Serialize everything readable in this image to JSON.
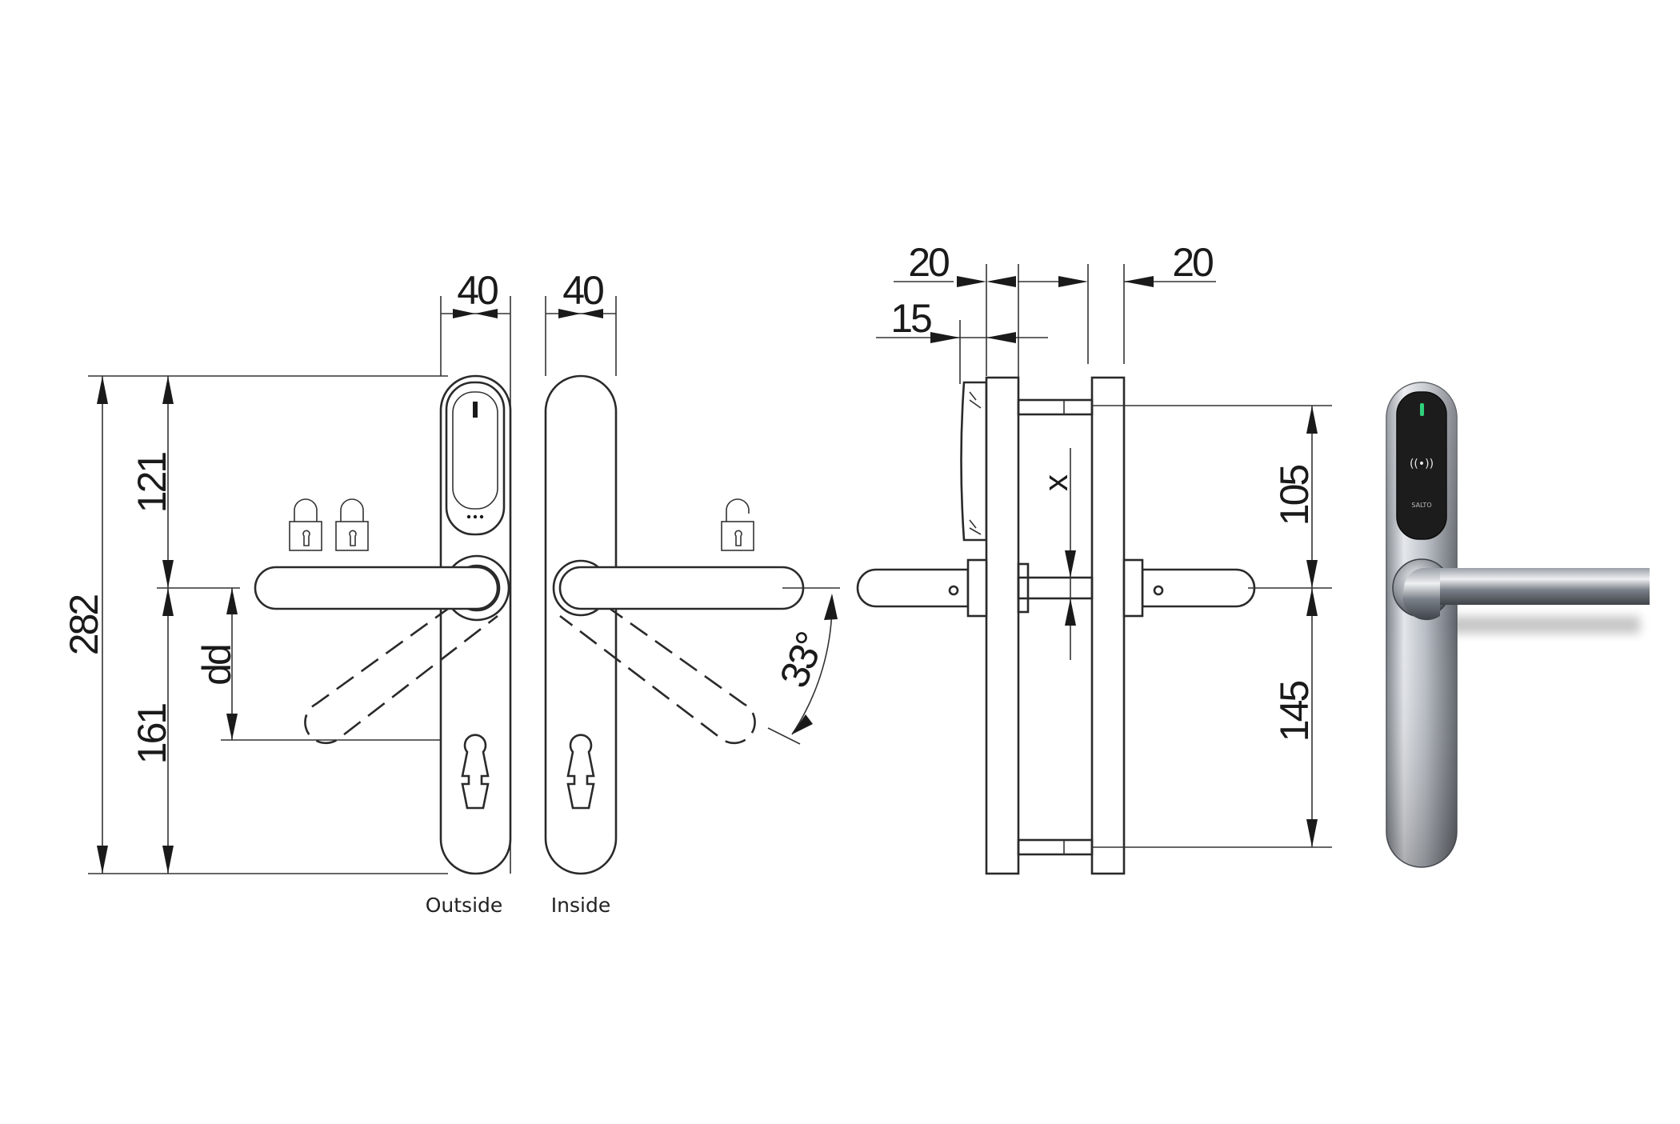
{
  "dimensions": {
    "width_outside": "40",
    "width_inside": "40",
    "total_height": "282",
    "upper_height": "121",
    "lower_height": "161",
    "handle_to_cylinder": "dd",
    "handle_angle": "33°",
    "side_left_offset": "20",
    "side_right_offset": "20",
    "reader_depth": "15",
    "door_thickness": "x",
    "side_upper": "105",
    "side_lower": "145"
  },
  "captions": {
    "outside": "Outside",
    "inside": "Inside"
  },
  "photo_labels": {
    "reader_symbol": "((•))",
    "brand_mark": "SALTO"
  },
  "colors": {
    "line": "#2a2a2a",
    "reader_glass": "#1c1c1c",
    "led": "#2fd07a",
    "metal_light": "#d9dce0",
    "metal_dark": "#5f646b"
  },
  "icons": [
    "padlock-locked-icon",
    "padlock-locked-icon",
    "padlock-unlocked-icon"
  ]
}
